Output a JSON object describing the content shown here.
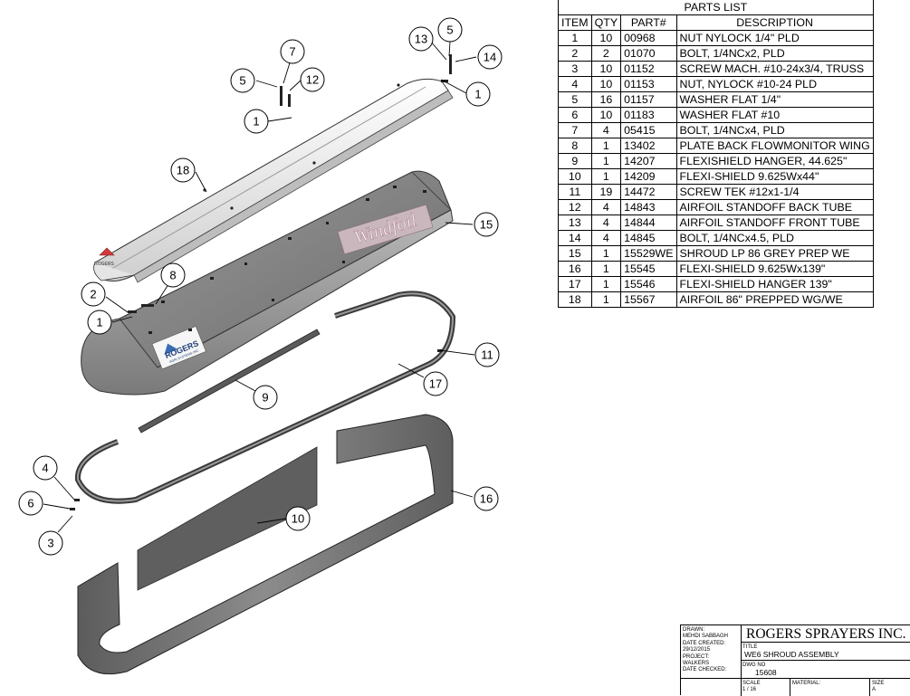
{
  "parts_list": {
    "title": "PARTS LIST",
    "headers": [
      "ITEM",
      "QTY",
      "PART#",
      "DESCRIPTION"
    ],
    "rows": [
      {
        "item": "1",
        "qty": "10",
        "part": "00968",
        "desc": "NUT NYLOCK 1/4\" PLD"
      },
      {
        "item": "2",
        "qty": "2",
        "part": "01070",
        "desc": "BOLT, 1/4NCx2, PLD"
      },
      {
        "item": "3",
        "qty": "10",
        "part": "01152",
        "desc": "SCREW MACH. #10-24x3/4, TRUSS"
      },
      {
        "item": "4",
        "qty": "10",
        "part": "01153",
        "desc": "NUT, NYLOCK #10-24 PLD"
      },
      {
        "item": "5",
        "qty": "16",
        "part": "01157",
        "desc": "WASHER FLAT 1/4\""
      },
      {
        "item": "6",
        "qty": "10",
        "part": "01183",
        "desc": "WASHER FLAT #10"
      },
      {
        "item": "7",
        "qty": "4",
        "part": "05415",
        "desc": "BOLT, 1/4NCx4, PLD"
      },
      {
        "item": "8",
        "qty": "1",
        "part": "13402",
        "desc": "PLATE BACK FLOWMONITOR WING"
      },
      {
        "item": "9",
        "qty": "1",
        "part": "14207",
        "desc": "FLEXISHIELD HANGER, 44.625\""
      },
      {
        "item": "10",
        "qty": "1",
        "part": "14209",
        "desc": "FLEXI-SHIELD 9.625Wx44\""
      },
      {
        "item": "11",
        "qty": "19",
        "part": "14472",
        "desc": "SCREW TEK #12x1-1/4"
      },
      {
        "item": "12",
        "qty": "4",
        "part": "14843",
        "desc": "AIRFOIL STANDOFF BACK TUBE"
      },
      {
        "item": "13",
        "qty": "4",
        "part": "14844",
        "desc": "AIRFOIL STANDOFF FRONT TUBE"
      },
      {
        "item": "14",
        "qty": "4",
        "part": "14845",
        "desc": "BOLT, 1/4NCx4.5, PLD"
      },
      {
        "item": "15",
        "qty": "1",
        "part": "15529WE",
        "desc": "SHROUD LP 86 GREY PREP WE"
      },
      {
        "item": "16",
        "qty": "1",
        "part": "15545",
        "desc": "FLEXI-SHIELD 9.625Wx139\""
      },
      {
        "item": "17",
        "qty": "1",
        "part": "15546",
        "desc": "FLEXI-SHIELD HANGER 139\""
      },
      {
        "item": "18",
        "qty": "1",
        "part": "15567",
        "desc": "AIRFOIL 86\" PREPPED WG/WE"
      }
    ]
  },
  "callouts": [
    "1",
    "5",
    "7",
    "12",
    "13",
    "5",
    "14",
    "1",
    "18",
    "8",
    "2",
    "1",
    "15",
    "11",
    "17",
    "9",
    "4",
    "6",
    "3",
    "10",
    "16"
  ],
  "decals": {
    "windfoil": "Windfoil",
    "rogers": "ROGERS",
    "rogers_sub": "AGRI SYSTEMS INC."
  },
  "title_block": {
    "drawn_label": "DRAWN:",
    "drawn_by": "MEHDI SABBAGH",
    "date_created_label": "DATE CREATED:",
    "date_created": "29/12/2015",
    "project_label": "PROJECT:",
    "project": "WALKERS",
    "date_checked_label": "DATE CHECKED:",
    "company": "ROGERS SPRAYERS INC.",
    "title_label": "TITLE",
    "title": "WE6 SHROUD ASSEMBLY",
    "dwg_label": "DWG NO",
    "dwg_no": "15608",
    "scale_label": "SCALE",
    "scale": "1 / 16",
    "material_label": "MATERIAL:",
    "size_label": "SIZE",
    "size": "A"
  },
  "colors": {
    "panel_dark": "#6e6e6e",
    "panel_mid": "#8a8a8a",
    "panel_light": "#d8d8d8",
    "airfoil_white": "#f2f2f2",
    "logo_red": "#d23a3a",
    "windfoil_bg": "#c9b7bd"
  }
}
